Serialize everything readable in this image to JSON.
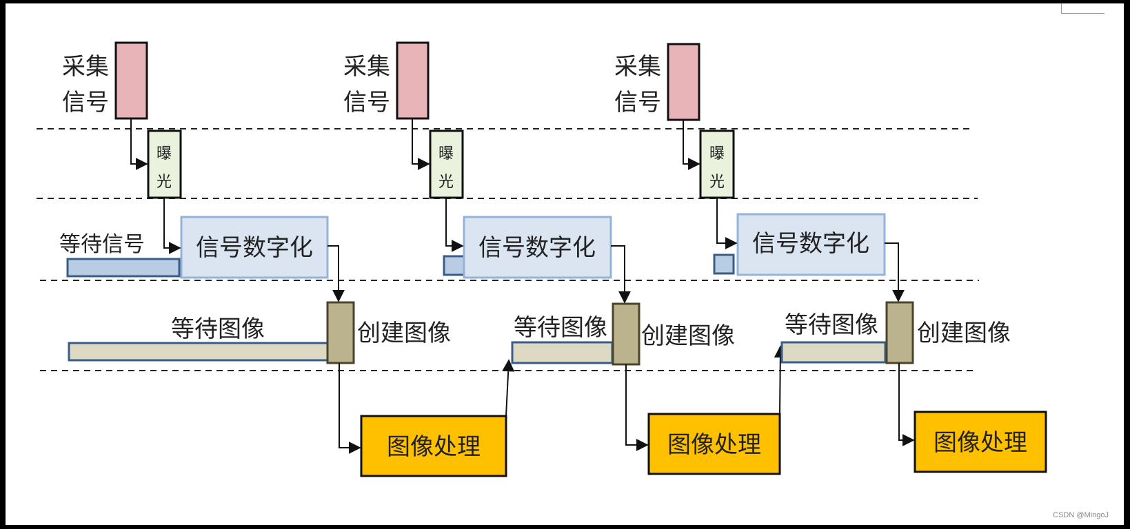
{
  "colors": {
    "signal_fill": "#e8b4b8",
    "exposure_fill": "#eaf1dd",
    "digitize_fill": "#dbe5f1",
    "digitize_border": "#95b3d7",
    "wait_signal_fill": "#b8cce4",
    "wait_signal_border": "#385d8a",
    "wait_image_fill": "#ddd9c3",
    "wait_image_border": "#385d8a",
    "create_fill": "#bbb38d",
    "create_border": "#4a452a",
    "process_fill": "#ffc000",
    "line": "#111111"
  },
  "labels": {
    "acquire_line1": "采集",
    "acquire_line2": "信号",
    "exposure_line1": "曝",
    "exposure_line2": "光",
    "wait_signal": "等待信号",
    "digitize": "信号数字化",
    "wait_image": "等待图像",
    "create_image": "创建图像",
    "process_image": "图像处理"
  },
  "watermark": "CSDN @MingoJ"
}
